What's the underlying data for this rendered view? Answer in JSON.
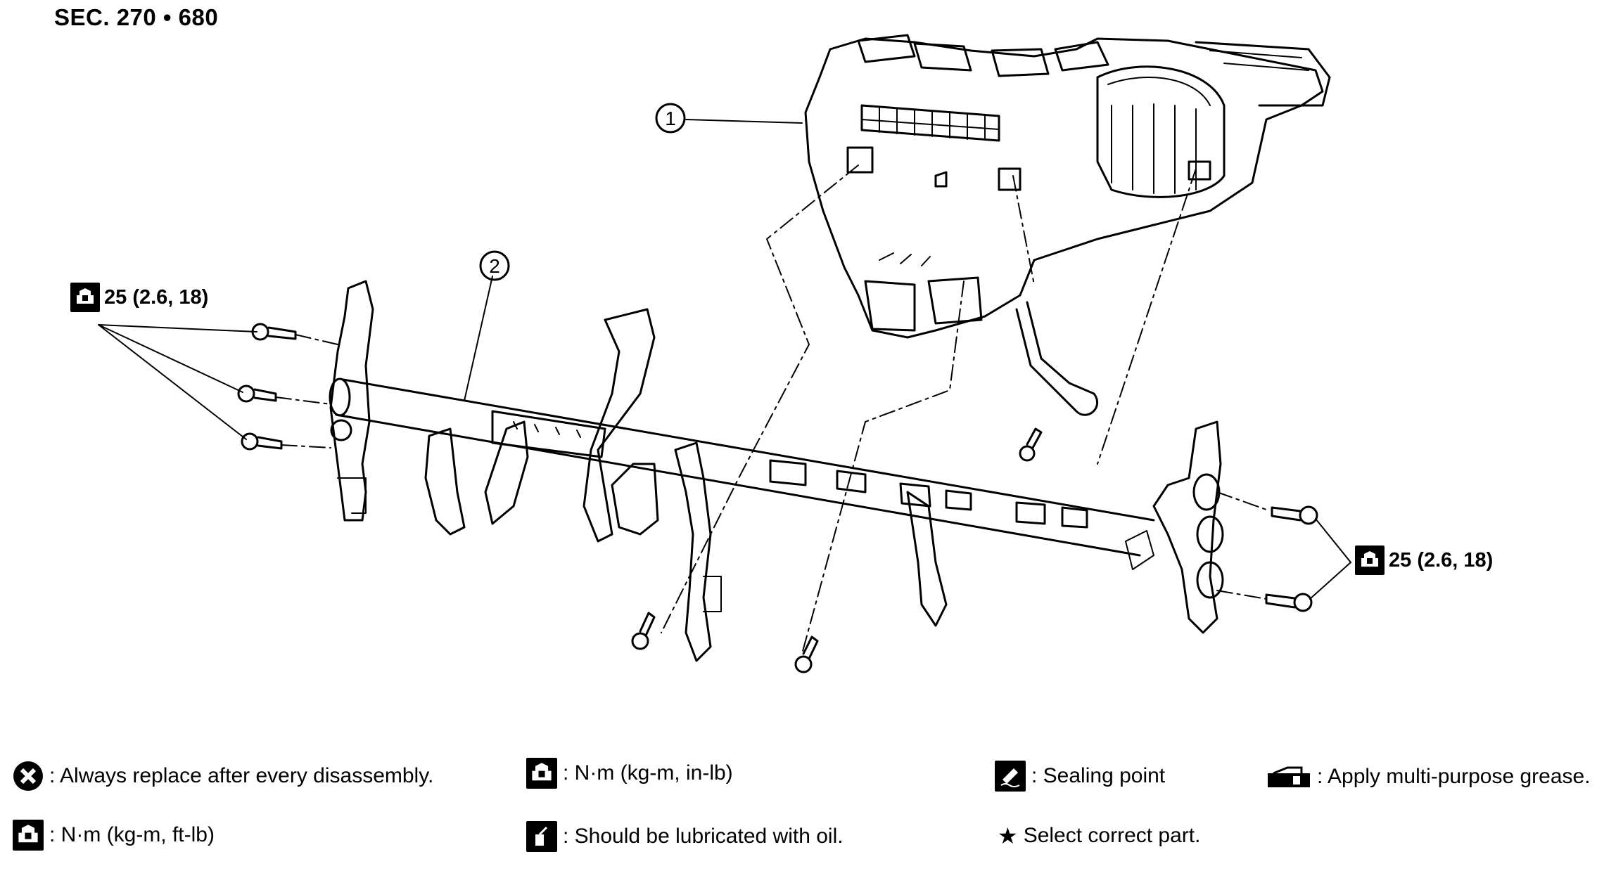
{
  "header": {
    "section": "SEC. 270 • 680"
  },
  "callouts": {
    "part1": "1",
    "part2": "2"
  },
  "torque_specs": {
    "left": "25 (2.6, 18)",
    "right": "25 (2.6, 18)"
  },
  "legend": {
    "replace": ": Always replace after every disassembly.",
    "nm_inlb": ": N·m (kg-m, in-lb)",
    "sealing": ": Sealing point",
    "grease": ": Apply multi-purpose grease.",
    "nm_ftlb": ": N·m (kg-m, ft-lb)",
    "oil": ": Should be lubricated with oil.",
    "select": "Select correct part.",
    "star": "★"
  },
  "icons": {
    "replace": "x-circle-icon",
    "torque": "bolt-socket-icon",
    "sealing": "sealant-icon",
    "grease": "grease-gun-icon",
    "oil": "oil-can-icon"
  }
}
